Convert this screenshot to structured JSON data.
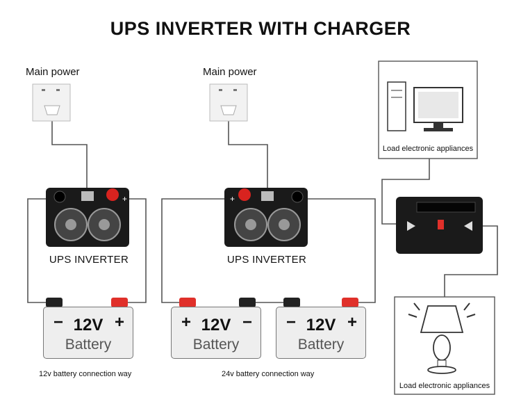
{
  "title": "UPS  INVERTER WITH  CHARGER",
  "main_power_left": "Main power",
  "main_power_right": "Main power",
  "inverter_left_label": "UPS INVERTER",
  "inverter_right_label": "UPS INVERTER",
  "battery_12v_label": "12V",
  "battery_word": "Battery",
  "plus_sign": "+",
  "minus_sign": "−",
  "caption_12v": "12v battery connection way",
  "caption_24v": "24v battery connection way",
  "load_top": "Load electronic appliances",
  "load_bottom": "Load electronic appliances",
  "colors": {
    "wire": "#444444",
    "box_border": "#555555",
    "battery_fill": "#eeeeee",
    "terminal_red": "#e0302a",
    "inverter_body": "#1a1a1a"
  }
}
